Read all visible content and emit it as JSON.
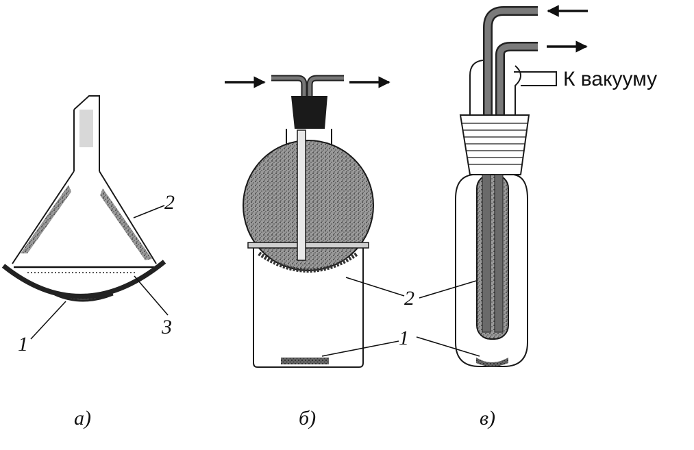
{
  "figure": {
    "panels": [
      {
        "id": "a",
        "caption": "а)",
        "labels": [
          "1",
          "2",
          "3"
        ]
      },
      {
        "id": "b",
        "caption": "б)",
        "labels": [
          "1",
          "2"
        ]
      },
      {
        "id": "v",
        "caption": "в)",
        "labels": [
          "1",
          "2"
        ],
        "vacuum_label": "К вакууму"
      }
    ]
  },
  "colors": {
    "ink": "#111111",
    "fill_dark": "#555555",
    "fill_mid": "#8a8a8a",
    "paper": "#ffffff"
  }
}
